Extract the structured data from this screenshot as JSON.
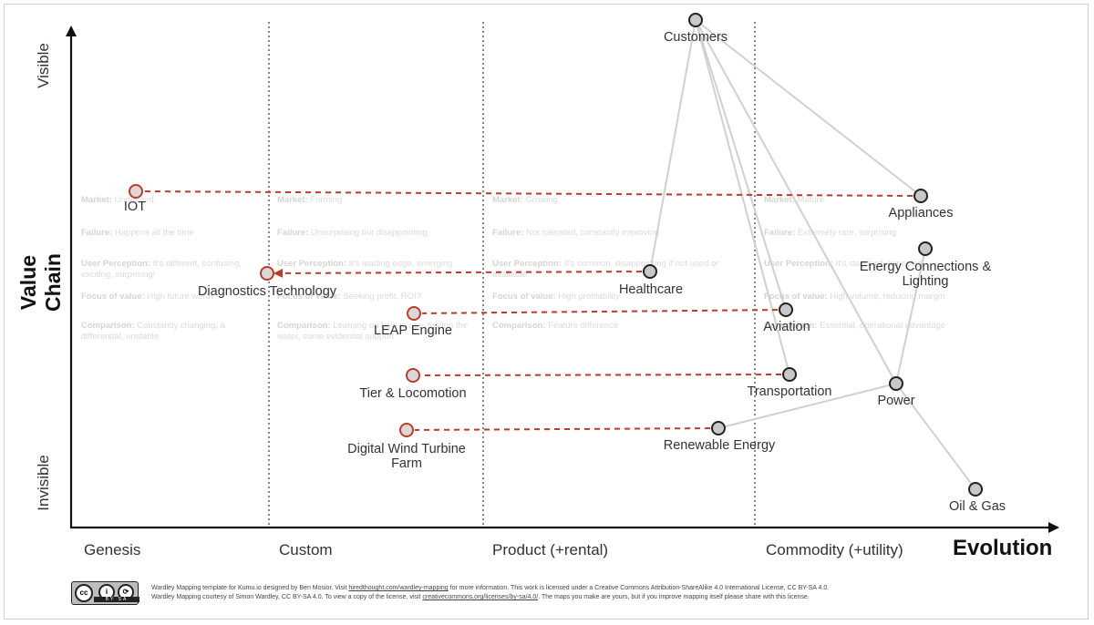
{
  "axes": {
    "y_title": "Value Chain",
    "y_top": "Visible",
    "y_bottom": "Invisible",
    "x_title": "Evolution",
    "stages": [
      "Genesis",
      "Custom",
      "Product (+rental)",
      "Commodity (+utility)"
    ]
  },
  "stage_descriptions": [
    {
      "market": {
        "key": "Market:",
        "text": "Undefined"
      },
      "failure": {
        "key": "Failure:",
        "text": "Happens all the time"
      },
      "perception": {
        "key": "User Perception:",
        "text": "It's different, confusing, exciting, surprising!"
      },
      "focus": {
        "key": "Focus of value:",
        "text": "High future worth"
      },
      "comparison": {
        "key": "Comparison:",
        "text": "Constantly changing, a differential, unstable"
      }
    },
    {
      "market": {
        "key": "Market:",
        "text": "Forming"
      },
      "failure": {
        "key": "Failure:",
        "text": "Unsurprising but disappointing"
      },
      "perception": {
        "key": "User Perception:",
        "text": "It's leading edge, emerging"
      },
      "focus": {
        "key": "Focus of value:",
        "text": "Seeking profit, ROI?"
      },
      "comparison": {
        "key": "Comparison:",
        "text": "Learning on how to use, testing the water, some evidential support"
      }
    },
    {
      "market": {
        "key": "Market:",
        "text": "Growing"
      },
      "failure": {
        "key": "Failure:",
        "text": "Not tolerated, constantly improving"
      },
      "perception": {
        "key": "User Perception:",
        "text": "It's common, disappointing if not used or available"
      },
      "focus": {
        "key": "Focus of value:",
        "text": "High profitability"
      },
      "comparison": {
        "key": "Comparison:",
        "text": "Feature difference"
      }
    },
    {
      "market": {
        "key": "Market:",
        "text": "Mature"
      },
      "failure": {
        "key": "Failure:",
        "text": "Extremely rare, surprising"
      },
      "perception": {
        "key": "User Perception:",
        "text": "It's standard, expected"
      },
      "focus": {
        "key": "Focus of value:",
        "text": "High volume, reducing margin"
      },
      "comparison": {
        "key": "Comparison:",
        "text": "Essential, operational advantage"
      }
    }
  ],
  "components": [
    {
      "id": "customers",
      "name": "Customers",
      "type": "current"
    },
    {
      "id": "appliances",
      "name": "Appliances",
      "type": "current"
    },
    {
      "id": "energy_connections",
      "name": "Energy Connections & Lighting",
      "type": "current"
    },
    {
      "id": "healthcare",
      "name": "Healthcare",
      "type": "current"
    },
    {
      "id": "aviation",
      "name": "Aviation",
      "type": "current"
    },
    {
      "id": "transportation",
      "name": "Transportation",
      "type": "current"
    },
    {
      "id": "power",
      "name": "Power",
      "type": "current"
    },
    {
      "id": "renewable_energy",
      "name": "Renewable Energy",
      "type": "current"
    },
    {
      "id": "oil_gas",
      "name": "Oil & Gas",
      "type": "current"
    },
    {
      "id": "iot",
      "name": "IOT",
      "type": "future"
    },
    {
      "id": "diagnostics",
      "name": "Diagnostics Technology",
      "type": "future"
    },
    {
      "id": "leap",
      "name": "LEAP Engine",
      "type": "future"
    },
    {
      "id": "tier",
      "name": "Tier & Locomotion",
      "type": "future"
    },
    {
      "id": "wind",
      "name": "Digital Wind Turbine Farm",
      "type": "future"
    }
  ],
  "links": [
    [
      "customers",
      "appliances"
    ],
    [
      "customers",
      "healthcare"
    ],
    [
      "customers",
      "aviation"
    ],
    [
      "customers",
      "transportation"
    ],
    [
      "customers",
      "power"
    ],
    [
      "power",
      "energy_connections"
    ],
    [
      "power",
      "renewable_energy"
    ],
    [
      "power",
      "oil_gas"
    ]
  ],
  "evolution_arrows": [
    [
      "appliances",
      "iot"
    ],
    [
      "healthcare",
      "diagnostics"
    ],
    [
      "aviation",
      "leap"
    ],
    [
      "transportation",
      "tier"
    ],
    [
      "renewable_energy",
      "wind"
    ]
  ],
  "footer": {
    "line1_a": "Wardley Mapping template for Kumu.io designed by Ben Mosior. Visit ",
    "line1_link": "hiredthought.com/wardley-mapping",
    "line1_b": " for more information. This work is licensed under a Creative Commons Attribution-ShareAlike 4.0 International License, CC BY-SA 4.0.",
    "line2_a": "Wardley Mapping courtesy of Simon Wardley, CC BY-SA 4.0. To view a copy of the license, visit ",
    "line2_link": "creativecommons.org/licenses/by-sa/4.0/",
    "line2_b": ". The maps you make are yours, but if you improve mapping itself please share with this license.",
    "badge_cc": "cc",
    "badge_by": "BY",
    "badge_sa": "SA"
  },
  "colors": {
    "node_fill": "#c8c8c8",
    "node_stroke": "#222222",
    "future_fill": "#d9d9d9",
    "future_stroke": "#c0392b",
    "arrow": "#c0392b",
    "link": "#d0d0d0"
  }
}
